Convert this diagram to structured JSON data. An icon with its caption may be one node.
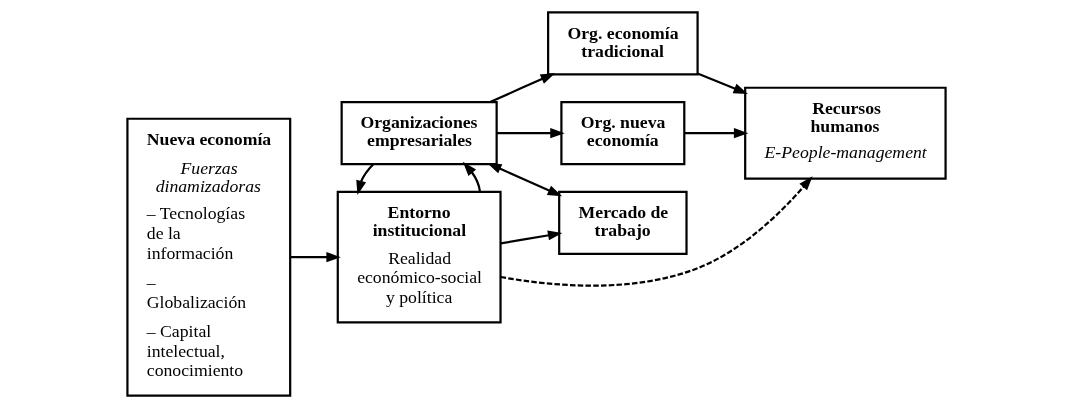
{
  "diagram": {
    "nodes": [
      {
        "text": [
          "Nueva economía",
          "Fuerzas dinamizadoras",
          "– Tecnologías de la información",
          "– Globalización",
          "– Capital intelectual, conocimiento"
        ]
      },
      {
        "text": [
          "Entorno institucional",
          "Realidad económico-social y política"
        ]
      },
      {
        "text": [
          "Mercado de trabajo"
        ]
      },
      {
        "text": [
          "Org. economía tradicional"
        ]
      },
      {
        "text": [
          "Recursos humanos",
          "E-People-management"
        ]
      },
      {
        "text": [
          "Organizaciones empresariales"
        ]
      },
      {
        "text": [
          "Org. nueva economía"
        ]
      }
    ],
    "edges": [
      {
        "from": 0,
        "to": 1,
        "arrow": "to"
      },
      {
        "from": 1,
        "to": 2,
        "arrow": "to"
      },
      {
        "from": 1,
        "to": 4,
        "arrow": "to",
        "style": "dashed"
      },
      {
        "from": 1,
        "to": 5,
        "arrow": "to"
      },
      {
        "from": 5,
        "to": 1,
        "arrow": "to"
      },
      {
        "from": 2,
        "to": 5,
        "arrow": "both"
      },
      {
        "from": 5,
        "to": 3,
        "arrow": "to"
      },
      {
        "from": 5,
        "to": 6,
        "arrow": "to"
      },
      {
        "from": 3,
        "to": 4,
        "arrow": "to"
      },
      {
        "from": 6,
        "to": 4,
        "arrow": "to"
      }
    ]
  }
}
